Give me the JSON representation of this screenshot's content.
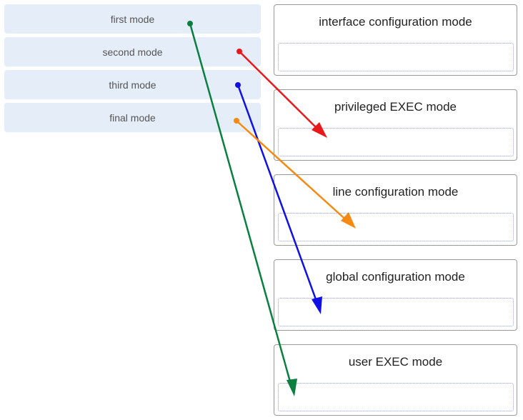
{
  "items": [
    {
      "label": "first mode"
    },
    {
      "label": "second mode"
    },
    {
      "label": "third mode"
    },
    {
      "label": "final mode"
    }
  ],
  "targets": [
    {
      "title": "interface configuration mode"
    },
    {
      "title": "privileged EXEC mode"
    },
    {
      "title": "line configuration mode"
    },
    {
      "title": "global configuration mode"
    },
    {
      "title": "user EXEC mode"
    }
  ],
  "connections": [
    {
      "from": "first mode",
      "to": "user EXEC mode",
      "color": "#0a7f3f"
    },
    {
      "from": "second mode",
      "to": "privileged EXEC mode",
      "color": "#e8191b"
    },
    {
      "from": "third mode",
      "to": "global configuration mode",
      "color": "#1010e6"
    },
    {
      "from": "final mode",
      "to": "line configuration mode",
      "color": "#f58a12"
    }
  ]
}
